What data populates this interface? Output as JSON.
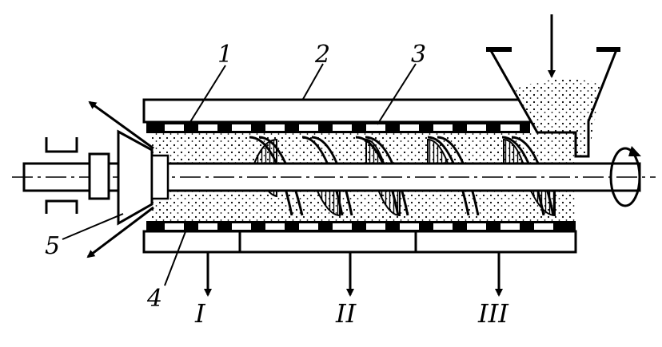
{
  "diagram": {
    "part_labels": {
      "p1": "1",
      "p2": "2",
      "p3": "3",
      "p4": "4",
      "p5": "5"
    },
    "outlet_labels": {
      "o1": "I",
      "o2": "II",
      "o3": "III"
    },
    "colors": {
      "ink": "#000000",
      "background": "#ffffff"
    }
  }
}
